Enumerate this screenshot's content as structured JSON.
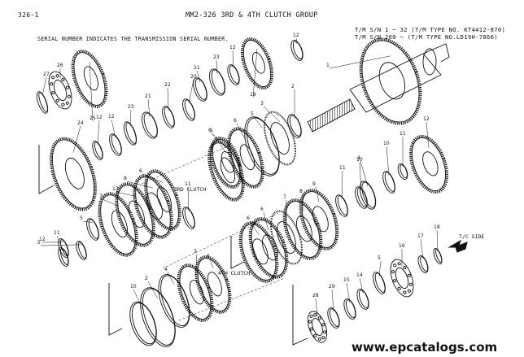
{
  "page_number": "326-1",
  "title": "MM2-326    3RD & 4TH CLUTCH GROUP",
  "serial_note": "SERIAL NUMBER INDICATES THE TRANSMISSION SERIAL NUMBER.",
  "serial_ranges": [
    "T/M S/N 1 ~ 32  (T/M TYPE NO. KT4412-870)",
    "T/M S/N 260 ~  (T/M TYPE NO.LD19H-7866)"
  ],
  "group_labels": {
    "third_clutch": "3RD CLUTCH",
    "fourth_clutch": "4TH CLUTCH",
    "tc_side": "T/C SIDE"
  },
  "callouts": [
    "27",
    "26",
    "25",
    "24",
    "12",
    "23",
    "21",
    "22",
    "20",
    "21",
    "23",
    "12",
    "19",
    "12",
    "1",
    "2",
    "5",
    "6",
    "5",
    "3",
    "4",
    "10",
    "11",
    "12",
    "13",
    "7",
    "8",
    "6",
    "6",
    "5",
    "11",
    "11",
    "10",
    "9",
    "8",
    "7",
    "6",
    "6",
    "5",
    "11",
    "10",
    "2",
    "4",
    "3",
    "6",
    "5",
    "16",
    "17",
    "18",
    "28",
    "29",
    "15",
    "14",
    "12"
  ],
  "watermark": "www.epcatalogs.com",
  "watermark_tail": "· · ·"
}
